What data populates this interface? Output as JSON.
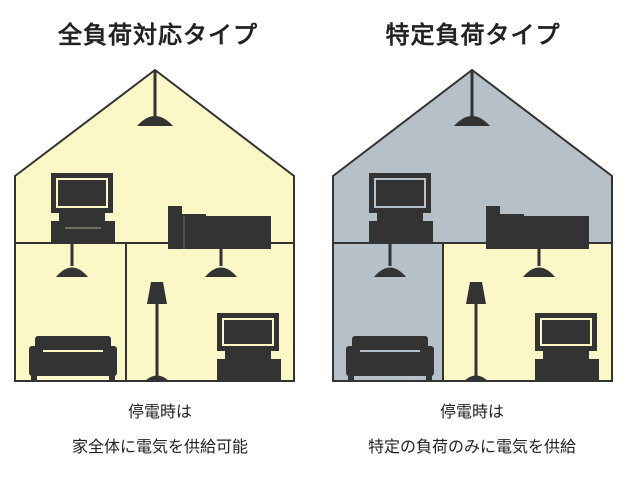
{
  "colors": {
    "powered": "#fbf7c6",
    "unpowered": "#b5c0c9",
    "outline": "#333333",
    "furniture": "#333333"
  },
  "icons": [
    "ceiling-lamp-icon",
    "tv-icon",
    "audio-rack-icon",
    "sofa-icon",
    "floor-lamp-icon"
  ],
  "panels": [
    {
      "title": "全負荷対応タイプ",
      "caption_line1": "停電時は",
      "caption_line2": "家全体に電気を供給可能",
      "rooms": {
        "upper": "powered",
        "lower_left": "powered",
        "lower_right": "powered"
      }
    },
    {
      "title": "特定負荷タイプ",
      "caption_line1": "停電時は",
      "caption_line2": "特定の負荷のみに電気を供給",
      "rooms": {
        "upper": "unpowered",
        "lower_left": "unpowered",
        "lower_right": "powered"
      }
    }
  ]
}
